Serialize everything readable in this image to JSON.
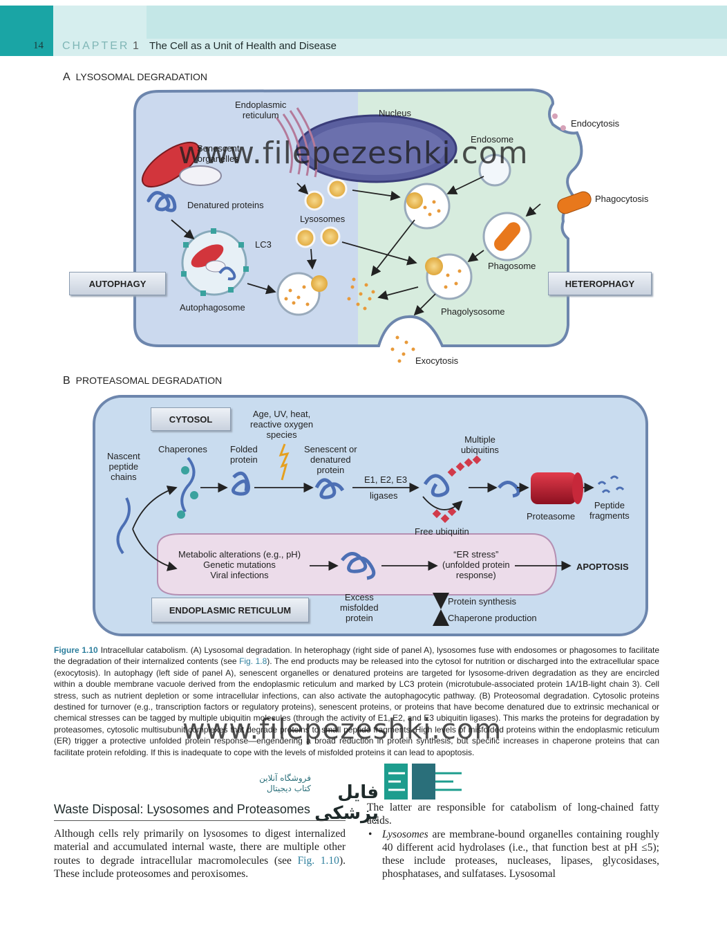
{
  "header": {
    "page_number": "14",
    "chapter_label": "CHAPTER",
    "chapter_number": "1",
    "chapter_title": "The Cell as a Unit of Health and Disease"
  },
  "figure": {
    "panel_a": {
      "letter": "A",
      "title": "LYSOSOMAL DEGRADATION",
      "labels": {
        "er": "Endoplasmic\nreticulum",
        "nucleus": "Nucleus",
        "endocytosis": "Endocytosis",
        "endosome": "Endosome",
        "senescent": "Senescent\norganelles",
        "denatured": "Denatured proteins",
        "phagocytosis": "Phagocytosis",
        "lysosomes": "Lysosomes",
        "lc3": "LC3",
        "phagosome": "Phagosome",
        "autophagy": "AUTOPHAGY",
        "heterophagy": "HETEROPHAGY",
        "autophagosome": "Autophagosome",
        "phagolysosome": "Phagolysosome",
        "exocytosis": "Exocytosis"
      }
    },
    "panel_b": {
      "letter": "B",
      "title": "PROTEASOMAL DEGRADATION",
      "labels": {
        "cytosol": "CYTOSOL",
        "stress": "Age, UV, heat,\nreactive oxygen\nspecies",
        "nascent": "Nascent\npeptide\nchains",
        "chaperones": "Chaperones",
        "folded": "Folded\nprotein",
        "senescent_den": "Senescent or\ndenatured\nprotein",
        "multiple_ub": "Multiple\nubiquitins",
        "e_ligases": "E1, E2, E3",
        "ligases": "ligases",
        "proteasome": "Proteasome",
        "peptide_frag": "Peptide\nfragments",
        "free_ub": "Free ubiquitin",
        "metabolic": "Metabolic alterations (e.g., pH)\nGenetic mutations\nViral infections",
        "er_stress": "“ER stress”\n(unfolded protein\nresponse)",
        "apoptosis": "APOPTOSIS",
        "excess": "Excess\nmisfolded\nprotein",
        "protein_synth": "Protein synthesis",
        "chap_prod": "Chaperone production",
        "er_box": "ENDOPLASMIC RETICULUM"
      }
    }
  },
  "caption": {
    "label": "Figure 1.10",
    "part1": "Intracellular catabolism. (A) Lysosomal degradation. In heterophagy (right side of panel A), lysosomes fuse with endosomes or phagosomes to facilitate the degradation of their internalized contents (see ",
    "ref1": "Fig. 1.8",
    "part2": "). The end products may be released into the cytosol for nutrition or discharged into the extracellular space (exocytosis). In autophagy (left side of panel A), senescent organelles or denatured proteins are targeted for lysosome-driven degradation as they are encircled within a double membrane vacuole derived from the endoplasmic reticulum and marked by LC3 protein (microtubule-associated protein 1A/1B-light chain 3). Cell stress, such as nutrient depletion or some intracellular infections, can also activate the autophagocytic pathway. (B) Proteosomal degradation. Cytosolic proteins destined for turnover (e.g., transcription factors or regulatory proteins), senescent proteins, or proteins that have become denatured due to extrinsic mechanical or chemical stresses can be tagged by multiple ubiquitin molecules (through the activity of E1, E2, and E3 ubiquitin ligases). This marks the proteins for degradation by proteasomes, cytosolic multisubunit complexes that degrade proteins to small peptide fragments. High levels of misfolded proteins within the endoplasmic reticulum (ER) trigger a protective unfolded protein response—engendering a broad reduction in protein synthesis, but specific increases in chaperone proteins that can facilitate protein refolding. If this is inadequate to cope with the levels of misfolded proteins it can lead to apoptosis."
  },
  "section": {
    "title": "Waste Disposal: Lysosomes and Proteasomes",
    "left_p1": "Although cells rely primarily on lysosomes to digest internalized material and accumulated internal waste, there are multiple other routes to degrade intracellular macromolecules (see ",
    "left_ref": "Fig. 1.10",
    "left_p2": "). These include proteosomes and peroxisomes.",
    "right_p1": "The latter are responsible for catabolism of long-chained fatty acids.",
    "right_bullet_em": "Lysosomes",
    "right_bullet": " are membrane-bound organelles containing roughly 40 different acid hydrolases (i.e., that function best at pH ≤5); these include proteases, nucleases, lipases, glycosidases, phosphatases, and sulfatases. Lysosomal"
  },
  "watermark": {
    "url": "www.filepezeshki.com",
    "store_fa_1": "فروشگاه آنلاین",
    "store_fa_2": "کتاب دیجیتال",
    "brand_fa": "فایل پزشکی"
  },
  "colors": {
    "teal_tab": "#1aa5a5",
    "header_band": "#d6eeee",
    "cell_left": "#cfdcef",
    "cell_right": "#d9ecdf",
    "lysosome": "#f0c46a",
    "link": "#2e7f9d"
  }
}
